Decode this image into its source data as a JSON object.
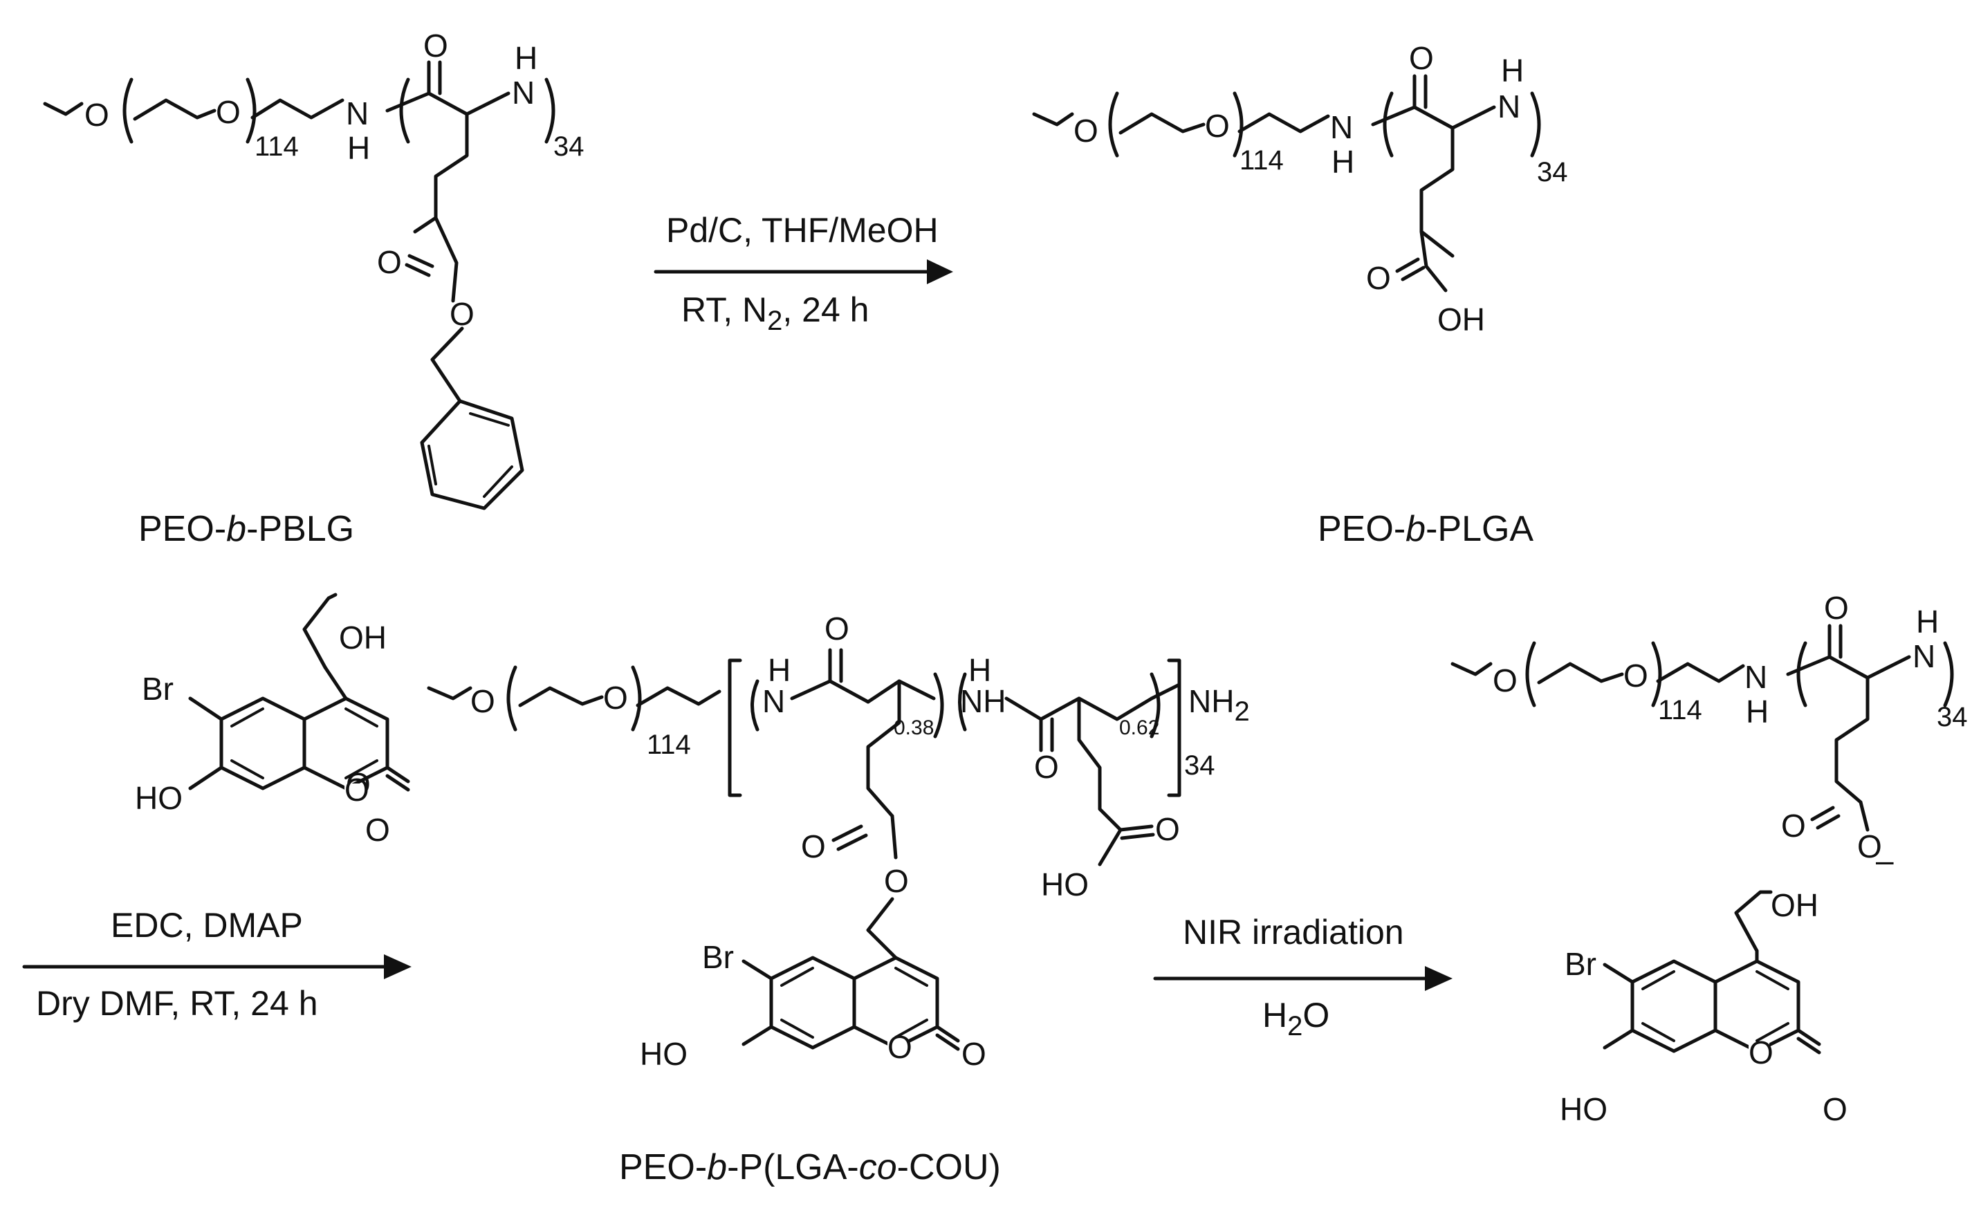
{
  "compounds": {
    "pbl": {
      "name_pre": "PEO-",
      "name_it": "b",
      "name_post": "-PBLG"
    },
    "plga": {
      "name_pre": "PEO-",
      "name_it": "b",
      "name_post": "-PLGA"
    },
    "cou_polymer": {
      "name_pre": "PEO-",
      "name_it1": "b",
      "name_mid1": "-P(LGA-",
      "name_it2": "co",
      "name_post": "-COU)"
    }
  },
  "reactions": {
    "hydrogenolysis": {
      "cond_top": "Pd/C, THF/MeOH",
      "cond_bottom_pre": "RT, N",
      "cond_bottom_sub": "2",
      "cond_bottom_post": ", 24 h"
    },
    "esterification": {
      "cond_top": "EDC, DMAP",
      "cond_bottom": "Dry DMF, RT, 24 h"
    },
    "photocleavage": {
      "cond_top": "NIR irradiation",
      "cond_bottom_pre": "H",
      "cond_bottom_sub": "2",
      "cond_bottom_post": "O"
    }
  },
  "labels": {
    "O": "O",
    "NH": "NH",
    "N": "N",
    "H": "H",
    "OH": "OH",
    "HO": "HO",
    "Br": "Br",
    "NH2_pre": "NH",
    "NH2_sub": "2",
    "minus": "–",
    "n114": "114",
    "n34": "34",
    "f038": "0.38",
    "f062": "0.62"
  }
}
